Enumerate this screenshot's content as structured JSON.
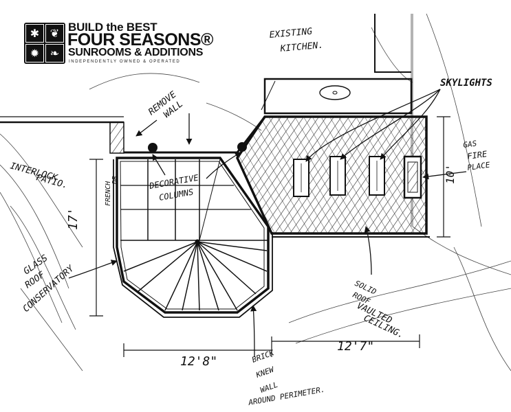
{
  "logo": {
    "line1": "BUILD the BEST",
    "line2": "FOUR SEASONS®",
    "line3": "SUNROOMS & ADDITIONS",
    "tagline": "INDEPENDENTLY OWNED & OPERATED",
    "icons": [
      "snowflake-icon",
      "leaf-icon",
      "sun-icon",
      "maple-leaf-icon"
    ]
  },
  "labels": {
    "existing_kitchen_1": "EXISTING",
    "existing_kitchen_2": "KITCHEN.",
    "skylights": "SKYLIGHTS",
    "gas_fireplace_1": "GAS",
    "gas_fireplace_2": "FIRE",
    "gas_fireplace_3": "PLACE",
    "remove_wall_1": "REMOVE",
    "remove_wall_2": "WALL",
    "interlock_patio_1": "INTERLOCK",
    "interlock_patio_2": "PATIO.",
    "french_door_1": "FRENCH",
    "french_door_2": "DR",
    "decorative_columns_1": "DECORATIVE",
    "decorative_columns_2": "COLUMNS",
    "glass_roof_1": "GLASS",
    "glass_roof_2": "ROOF",
    "glass_roof_3": "CONSERVATORY",
    "solid_roof_1": "SOLID",
    "solid_roof_2": "ROOF",
    "solid_roof_3": "VAULTED",
    "solid_roof_4": "CEILING.",
    "brick_knee_1": "BRICK",
    "brick_knee_2": "KNEW",
    "brick_knee_3": "WALL",
    "brick_knee_4": "AROUND PERIMETER.",
    "dim_17": "17'",
    "dim_10": "10'",
    "dim_12_8": "12'8\"",
    "dim_12_7": "12'7\""
  },
  "colors": {
    "ink": "#111111",
    "paper": "#ffffff",
    "hatch": "#333333"
  }
}
